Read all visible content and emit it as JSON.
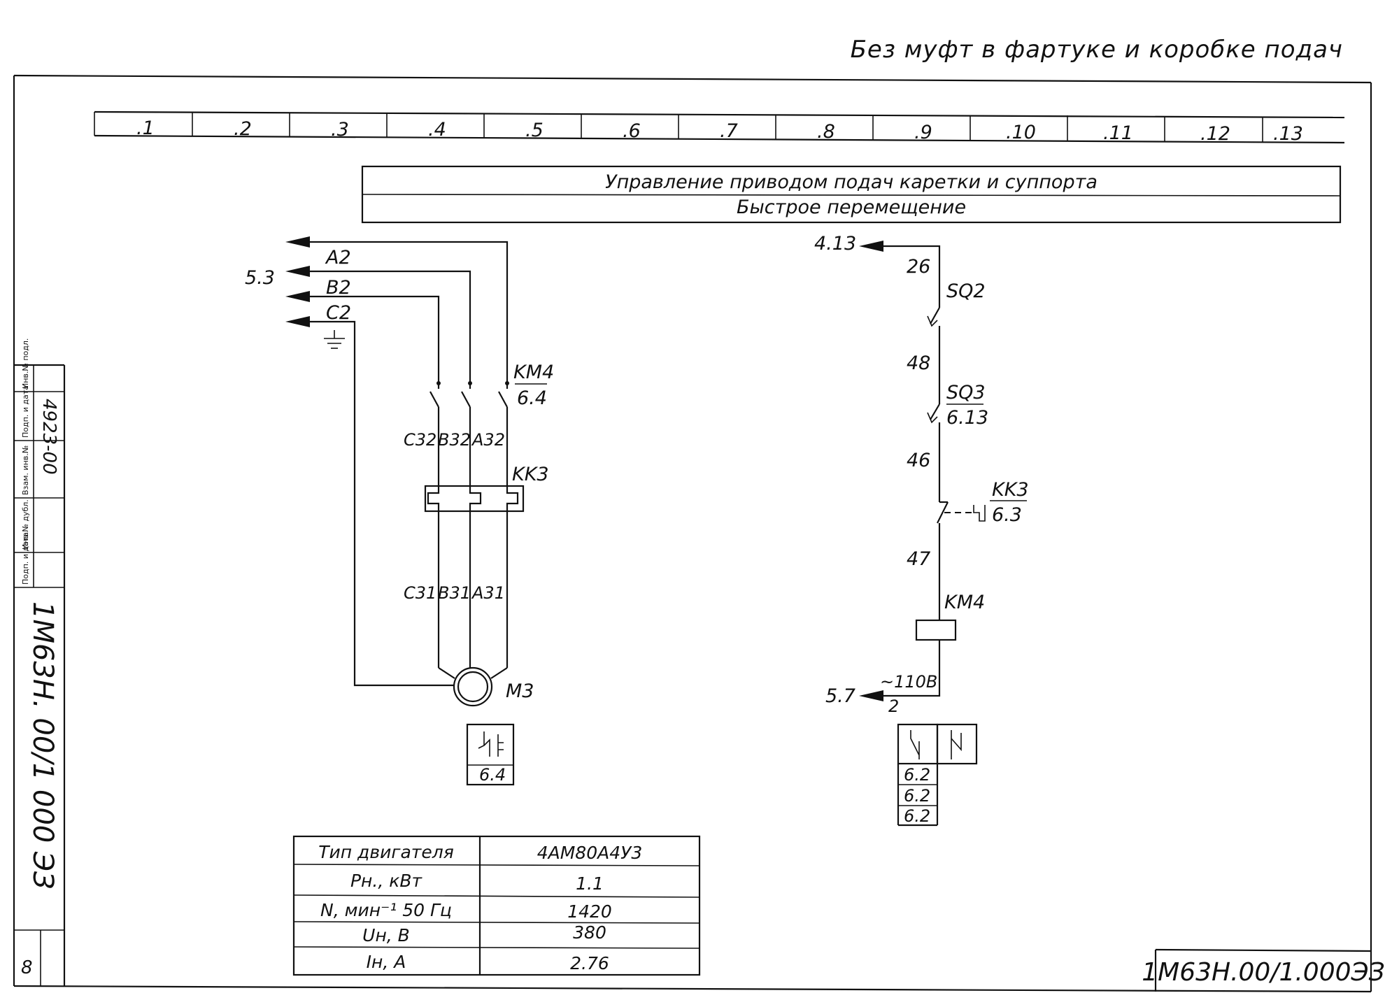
{
  "header_note": "Без муфт в фартуке и коробке подач",
  "column_numbers": [
    ".1",
    ".2",
    ".3",
    ".4",
    ".5",
    ".6",
    ".7",
    ".8",
    ".9",
    ".10",
    ".11",
    ".12",
    ".13"
  ],
  "titles": {
    "line1": "Управление приводом подач каретки и суппорта",
    "line2": "Быстрое перемещение"
  },
  "power_circuit": {
    "ref_in": "5.3",
    "phase_labels": [
      "A2",
      "B2",
      "C2"
    ],
    "contactor": "KM4",
    "contactor_ref": "6.4",
    "upper_wires": [
      "C32",
      "B32",
      "A32"
    ],
    "relay": "KK3",
    "lower_wires": [
      "C31",
      "B31",
      "A31"
    ],
    "motor": "M3",
    "contact_ref": "6.4"
  },
  "control_circuit": {
    "ref_top": "4.13",
    "node_1": "26",
    "switch_1": "SQ2",
    "node_2": "48",
    "switch_2": "SQ3",
    "switch_2_ref": "6.13",
    "node_3": "46",
    "relay_contact": "KK3",
    "relay_contact_ref": "6.3",
    "node_4": "47",
    "coil": "KM4",
    "voltage": "~110B",
    "node_5": "2",
    "ref_bottom": "5.7",
    "contact_refs": [
      "6.2",
      "6.2",
      "6.2"
    ]
  },
  "motor_table": [
    {
      "param": "Тип двигателя",
      "value": "4AM80A4У3"
    },
    {
      "param": "Pн., кВт",
      "value": "1.1"
    },
    {
      "param": "N, мин⁻¹ 50 Гц",
      "value": "1420"
    },
    {
      "param": "Uн, В",
      "value": "380"
    },
    {
      "param": "Iн, A",
      "value": "2.76"
    }
  ],
  "side_stamp": {
    "document_code": "1M63H. 00/1 000 ЭЗ",
    "box_labels": [
      "Инв.№ подл.",
      "Подп. и дата",
      "Взам. инв.№",
      "Инв.№ дубл.",
      "Подп. и дата"
    ],
    "handwritten": "4923-00"
  },
  "document_number": "1M63H.00/1.000ЭЗ",
  "sheet_number": "8"
}
